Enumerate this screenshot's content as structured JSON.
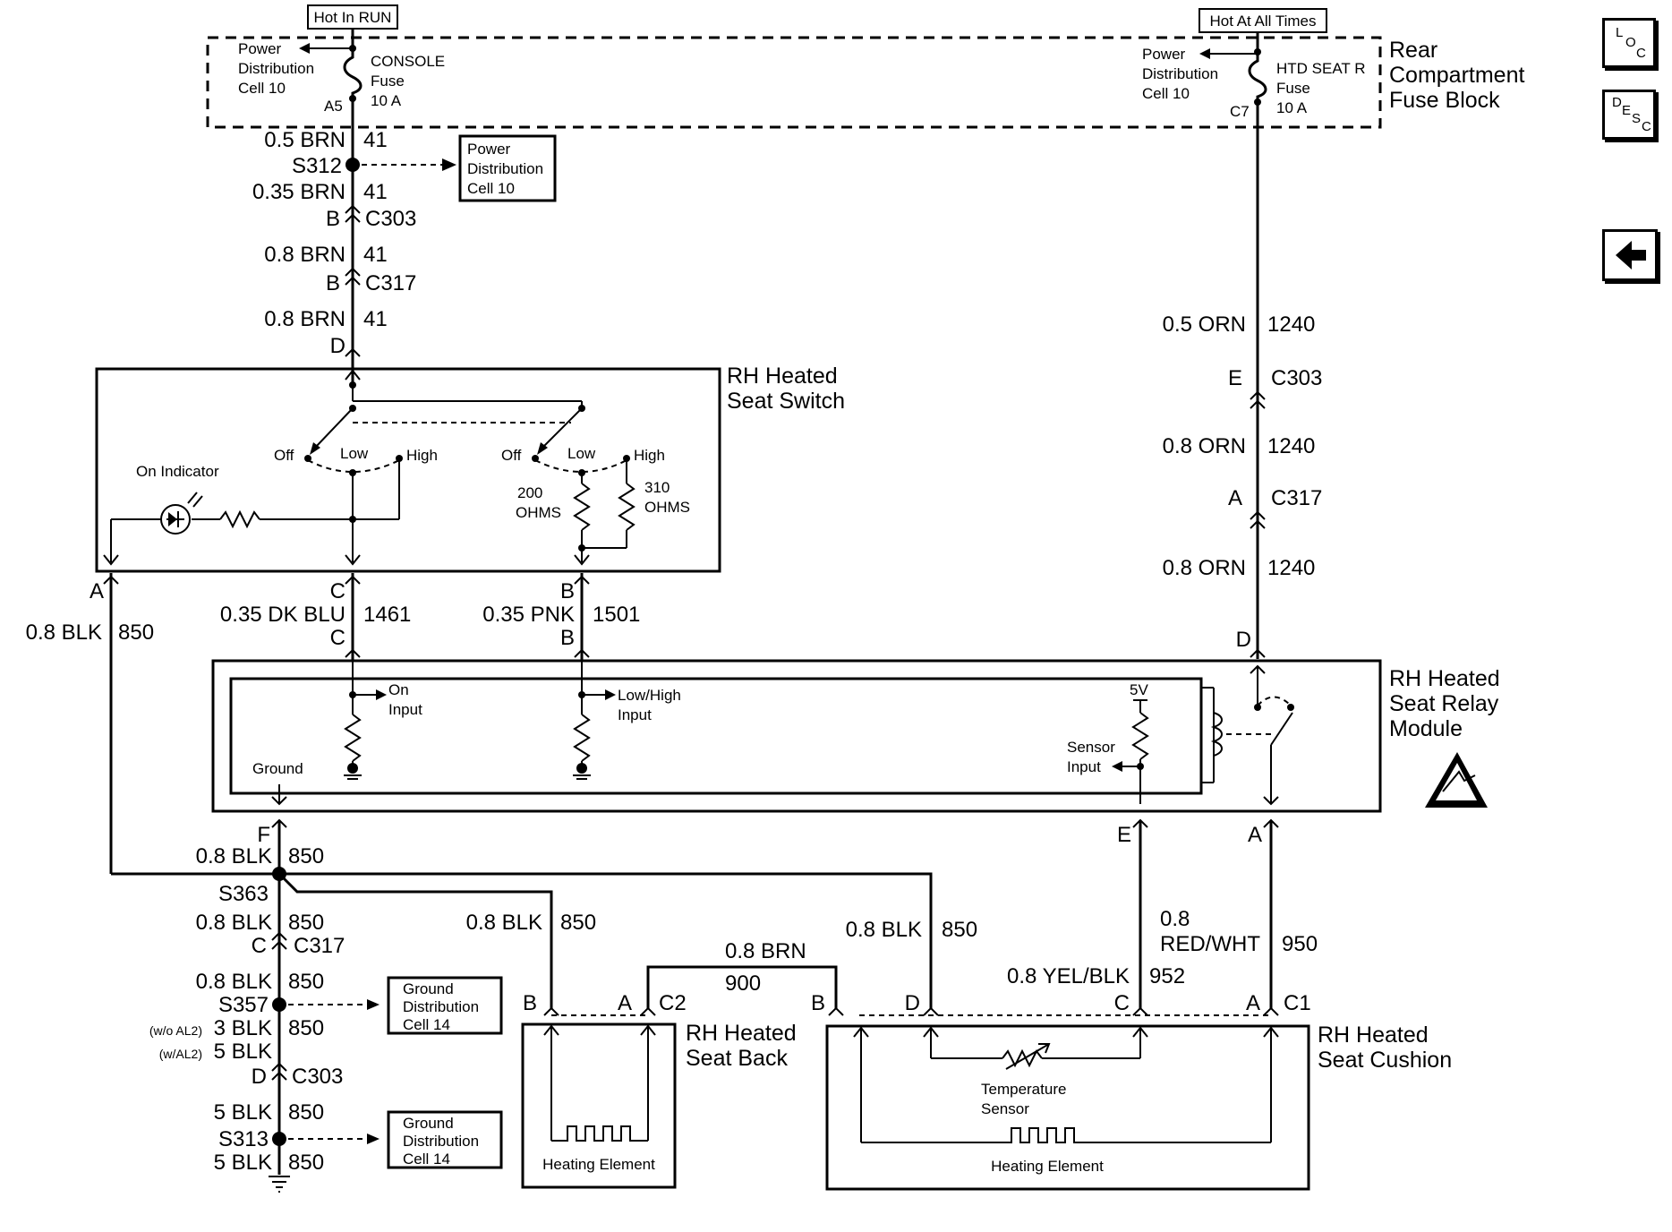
{
  "nav": {
    "loc": {
      "a": "L",
      "b": "O",
      "c": "C"
    },
    "desc": {
      "a": "D",
      "b": "E",
      "c": "S",
      "d": "C"
    },
    "back_icon": "left-arrow-icon"
  },
  "fuse_block": {
    "hot_in_run": "Hot In RUN",
    "hot_at_all_times": "Hot At All Times",
    "pd_left": [
      "Power",
      "Distribution",
      "Cell 10"
    ],
    "pd_right": [
      "Power",
      "Distribution",
      "Cell 10"
    ],
    "console_fuse": [
      "CONSOLE",
      "Fuse",
      "10 A"
    ],
    "htd_fuse": [
      "HTD SEAT R",
      "Fuse",
      "10 A"
    ],
    "a5": "A5",
    "c7": "C7",
    "name": [
      "Rear",
      "Compartment",
      "Fuse Block"
    ]
  },
  "left_feed": {
    "w1_gauge": "0.5 BRN",
    "w1_circuit": "41",
    "s312": "S312",
    "pd_box": [
      "Power",
      "Distribution",
      "Cell 10"
    ],
    "w2_gauge": "0.35 BRN",
    "w2_circuit": "41",
    "c303_pin": "B",
    "c303": "C303",
    "w3_gauge": "0.8 BRN",
    "w3_circuit": "41",
    "c317_pin": "B",
    "c317": "C317",
    "w4_gauge": "0.8 BRN",
    "w4_circuit": "41",
    "switch_pin": "D"
  },
  "seat_switch": {
    "name": [
      "RH Heated",
      "Seat Switch"
    ],
    "on_indicator": "On Indicator",
    "off1": "Off",
    "low1": "Low",
    "high1": "High",
    "off2": "Off",
    "low2": "Low",
    "high2": "High",
    "r200": [
      "200",
      "OHMS"
    ],
    "r310": [
      "310",
      "OHMS"
    ]
  },
  "mid_wires": {
    "pin_a": "A",
    "blk_gauge": "0.8 BLK",
    "blk_circuit": "850",
    "pin_c_top": "C",
    "blu_gauge": "0.35 DK BLU",
    "blu_circuit": "1461",
    "pin_c_bot": "C",
    "pin_b_top": "B",
    "pnk_gauge": "0.35 PNK",
    "pnk_circuit": "1501",
    "pin_b_bot": "B"
  },
  "right_feed": {
    "w1_gauge": "0.5 ORN",
    "w1_circuit": "1240",
    "c303_pin": "E",
    "c303": "C303",
    "w2_gauge": "0.8 ORN",
    "w2_circuit": "1240",
    "c317_pin": "A",
    "c317": "C317",
    "w3_gauge": "0.8 ORN",
    "w3_circuit": "1240",
    "module_pin": "D"
  },
  "relay_module": {
    "name": [
      "RH Heated",
      "Seat Relay",
      "Module"
    ],
    "on_input": [
      "On",
      "Input"
    ],
    "lowhigh_input": [
      "Low/High",
      "Input"
    ],
    "ground": "Ground",
    "v5": "5V",
    "sensor_input": [
      "Sensor",
      "Input"
    ],
    "esd_icon": "esd-warning-icon"
  },
  "ground_chain": {
    "pin_f": "F",
    "w1_gauge": "0.8 BLK",
    "w1_circuit": "850",
    "s363": "S363",
    "w2_gauge": "0.8 BLK",
    "w2_circuit": "850",
    "c317_pin": "C",
    "c317": "C317",
    "w3_gauge": "0.8 BLK",
    "w3_circuit": "850",
    "s357": "S357",
    "gd_box1": [
      "Ground",
      "Distribution",
      "Cell 14"
    ],
    "wo_al2": "(w/o AL2)",
    "wo_gauge": "3 BLK",
    "wo_circuit": "850",
    "w_al2": "(w/AL2)",
    "w_gauge": "5 BLK",
    "c303_pin": "D",
    "c303": "C303",
    "w4_gauge": "5 BLK",
    "w4_circuit": "850",
    "s313": "S313",
    "gd_box2": [
      "Ground",
      "Distribution",
      "Cell 14"
    ],
    "w5_gauge": "5 BLK",
    "w5_circuit": "850"
  },
  "seat_back": {
    "blk_gauge": "0.8 BLK",
    "blk_circuit": "850",
    "brn_gauge": "0.8 BRN",
    "brn_circuit": "900",
    "pin_b": "B",
    "pin_a": "A",
    "conn": "C2",
    "element": "Heating Element",
    "name": [
      "RH Heated",
      "Seat Back"
    ]
  },
  "seat_cushion": {
    "blk_gauge": "0.8 BLK",
    "blk_circuit": "850",
    "yel_gauge": "0.8 YEL/BLK",
    "yel_circuit": "952",
    "red_gauge": [
      "0.8",
      "RED/WHT"
    ],
    "red_circuit": "950",
    "pin_e": "E",
    "pin_a_top": "A",
    "pin_b": "B",
    "pin_d": "D",
    "pin_c": "C",
    "pin_a": "A",
    "conn": "C1",
    "temp_sensor": [
      "Temperature",
      "Sensor"
    ],
    "element": "Heating Element",
    "name": [
      "RH Heated",
      "Seat Cushion"
    ]
  }
}
